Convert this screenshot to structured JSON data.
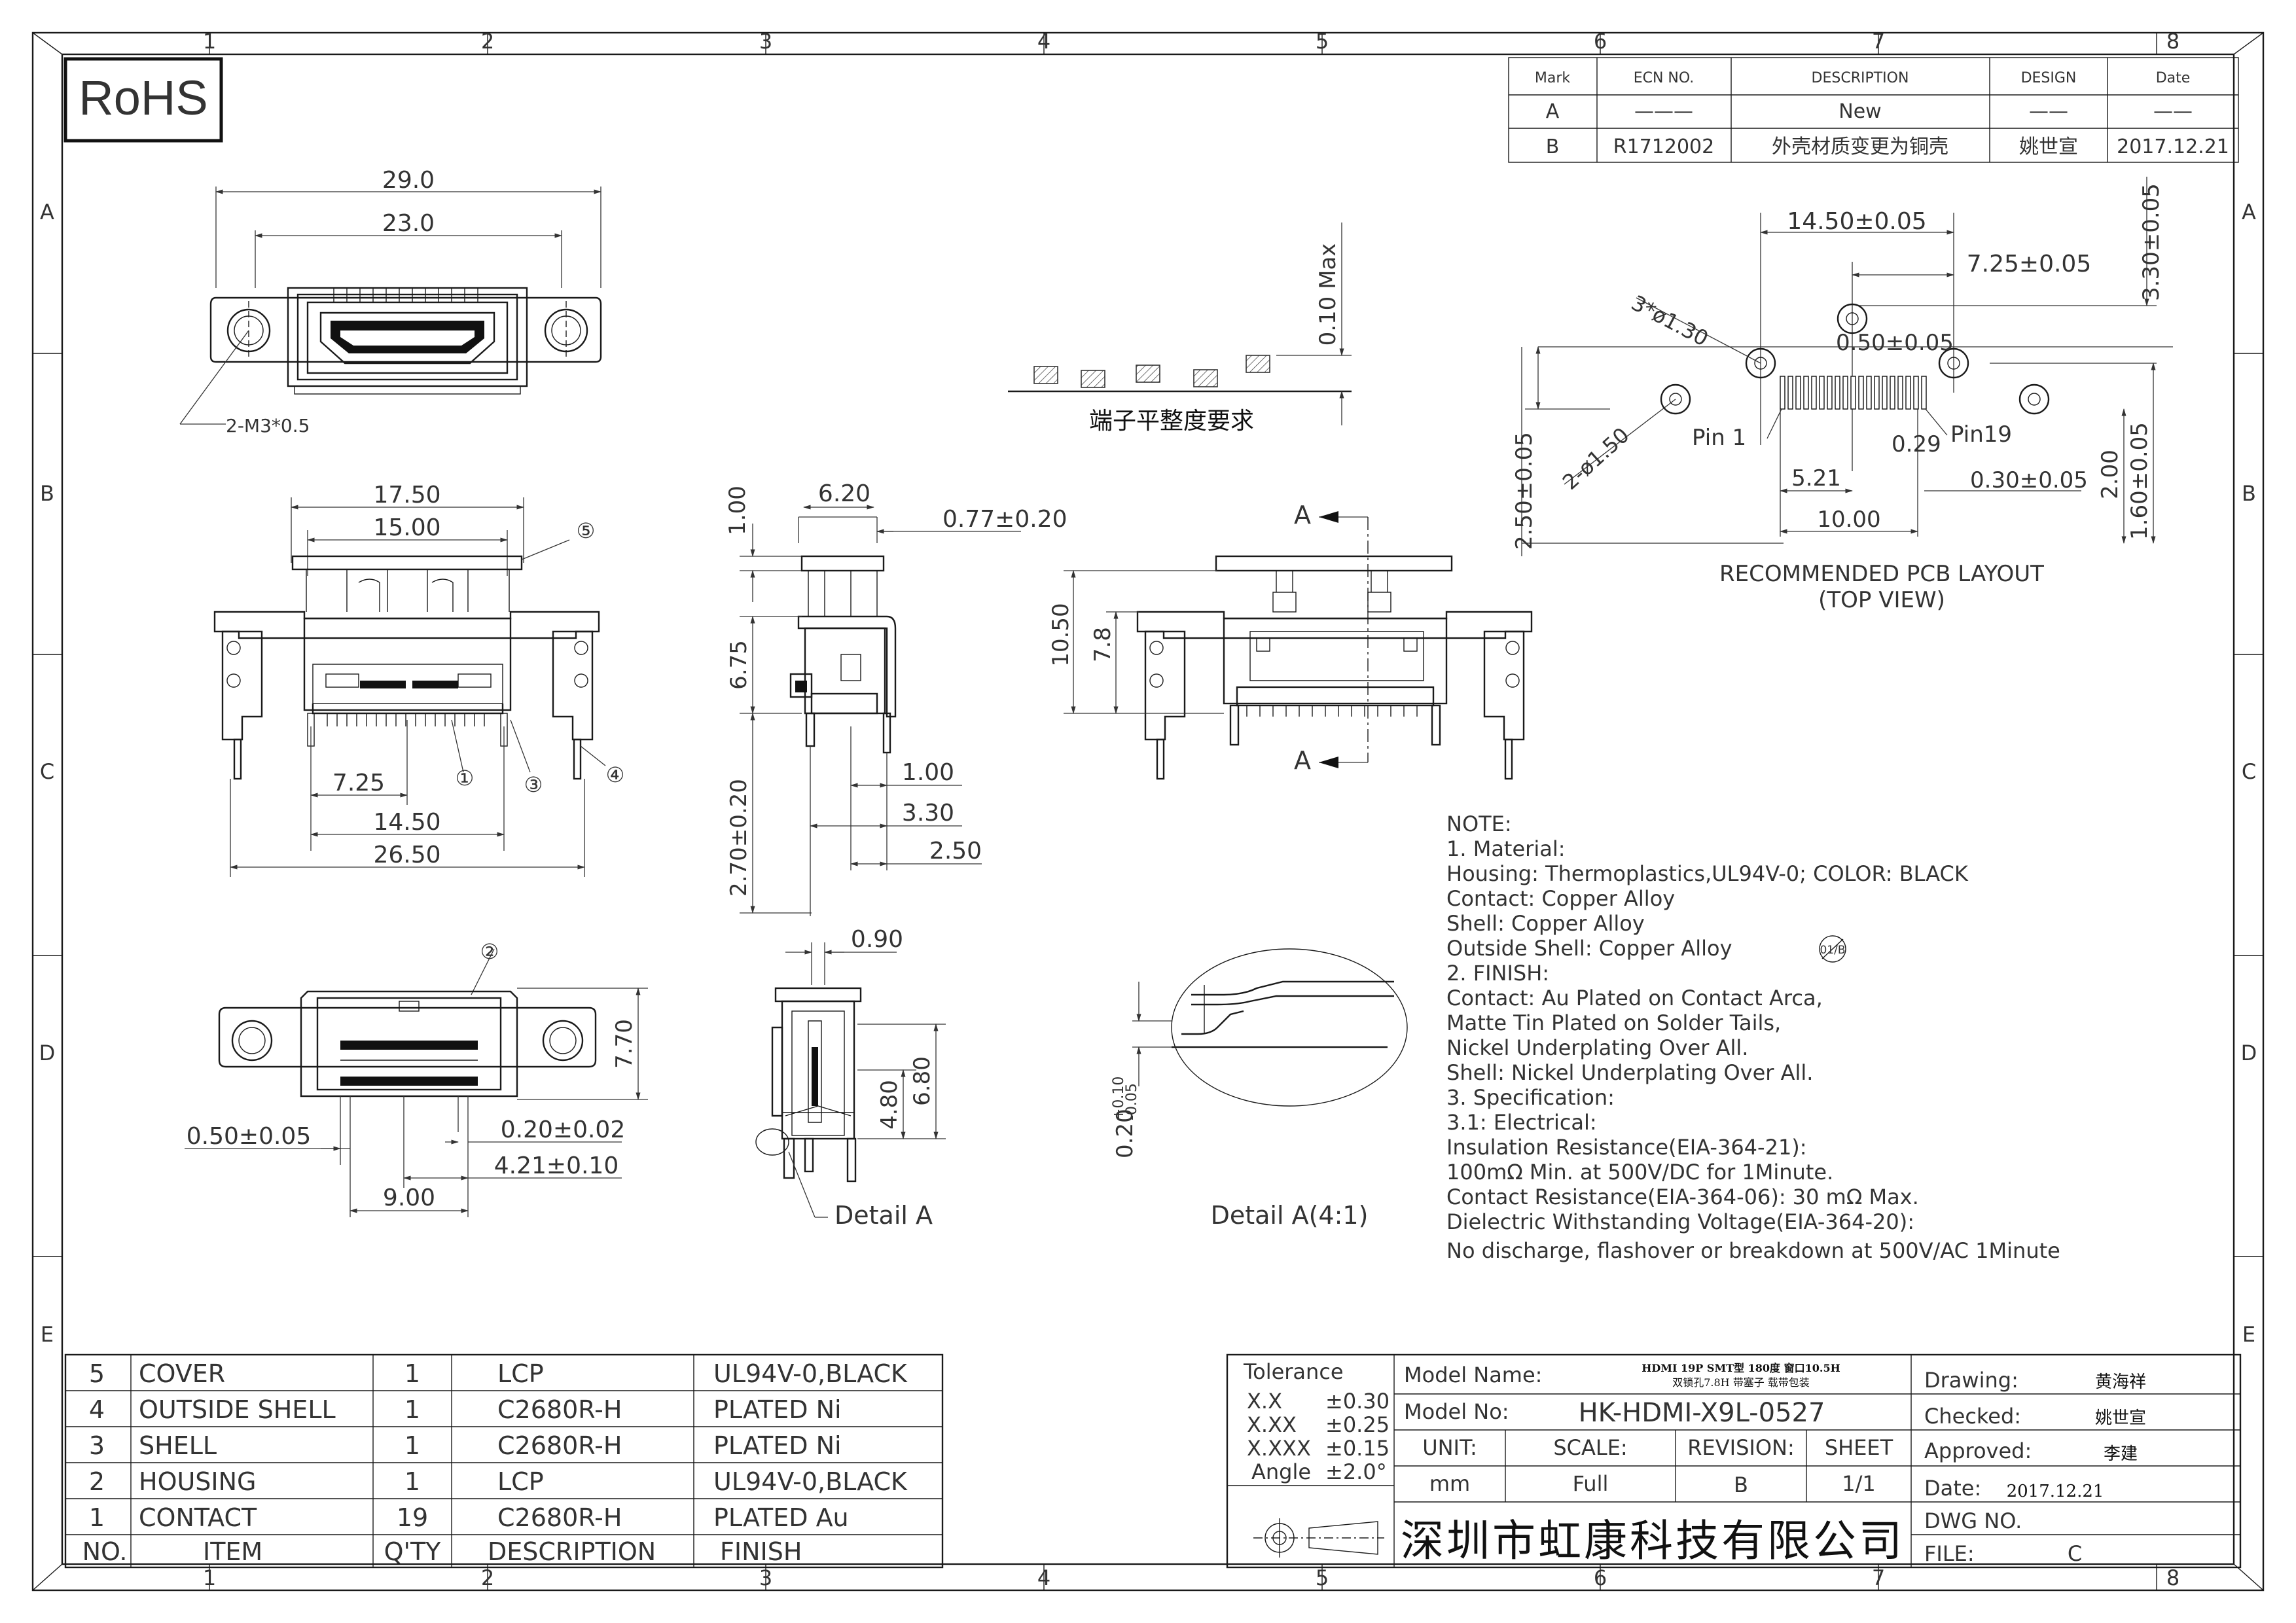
{
  "rohs": "RoHS",
  "border": {
    "col_labels": [
      "1",
      "2",
      "3",
      "4",
      "5",
      "6",
      "7",
      "8"
    ],
    "row_labels": [
      "A",
      "B",
      "C",
      "D",
      "E"
    ]
  },
  "revision_table": {
    "headers": [
      "Mark",
      "ECN NO.",
      "DESCRIPTION",
      "DESIGN",
      "Date"
    ],
    "rows": [
      {
        "mark": "A",
        "ecn": "———",
        "desc": "New",
        "design": "——",
        "date": "——"
      },
      {
        "mark": "B",
        "ecn": "R1712002",
        "desc": "外壳材质变更为铜壳",
        "design": "姚世宣",
        "date": "2017.12.21"
      }
    ]
  },
  "top_view": {
    "dim_29": "29.0",
    "dim_23": "23.0",
    "hole_label": "2-M3*0.5"
  },
  "flatness": {
    "dim": "0.10 Max",
    "label": "端子平整度要求"
  },
  "pcb_layout": {
    "d_1450": "14.50±0.05",
    "d_725": "7.25±0.05",
    "d_330": "3.30±0.05",
    "d_3x130": "3*ø1.30",
    "d_050": "0.50±0.05",
    "d_2x150": "2-ø1.50",
    "pin1": "Pin 1",
    "pin19": "Pin19",
    "d_029": "0.29",
    "d_521": "5.21",
    "d_030": "0.30±0.05",
    "d_200": "2.00",
    "d_250": "2.50±0.05",
    "d_160": "1.60±0.05",
    "d_1000": "10.00",
    "title": "RECOMMENDED PCB LAYOUT",
    "subtitle": "(TOP VIEW)"
  },
  "front_view": {
    "d_1750": "17.50",
    "d_1500": "15.00",
    "d_725": "7.25",
    "d_1450": "14.50",
    "d_2650": "26.50",
    "callouts": [
      "①",
      "③",
      "④",
      "⑤"
    ]
  },
  "side_view": {
    "d_100v": "1.00",
    "d_620": "6.20",
    "d_077": "0.77±0.20",
    "d_675": "6.75",
    "d_270": "2.70±0.20",
    "d_100": "1.00",
    "d_330": "3.30",
    "d_250": "2.50"
  },
  "section_view": {
    "label_a": "A",
    "d_1050": "10.50",
    "d_78": "7.8"
  },
  "bottom_view": {
    "callout": "②",
    "d_770": "7.70",
    "d_050": "0.50±0.05",
    "d_020": "0.20±0.02",
    "d_421": "4.21±0.10",
    "d_900": "9.00"
  },
  "side2_view": {
    "d_090": "0.90",
    "d_480": "4.80",
    "d_680": "6.80",
    "detail": "Detail A"
  },
  "detail_a": {
    "dim_main": "0.20",
    "tol_up": "+0.10",
    "tol_dn": "-0.05",
    "label": "Detail A(4:1)"
  },
  "notes": {
    "lines": [
      "NOTE:",
      "1. Material:",
      "    Housing: Thermoplastics,UL94V-0; COLOR: BLACK",
      "    Contact: Copper Alloy",
      "    Shell: Copper Alloy",
      "    Outside Shell: Copper Alloy",
      "2. FINISH:",
      "    Contact: Au Plated on Contact Arca,",
      "             Matte Tin Plated on Solder Tails,",
      "             Nickel Underplating Over All.",
      "    Shell: Nickel Underplating Over All.",
      "3. Specification:",
      "    3.1: Electrical:",
      "         Insulation Resistance(EIA-364-21):",
      "            100mΩ Min. at 500V/DC for 1Minute.",
      "         Contact Resistance(EIA-364-06): 30 mΩ Max.",
      "         Dielectric Withstanding Voltage(EIA-364-20):",
      "     No discharge, flashover or breakdown at 500V/AC 1Minute"
    ],
    "rev_mark": "01/B"
  },
  "bom": {
    "rows": [
      {
        "no": "5",
        "item": "COVER",
        "qty": "1",
        "desc": "LCP",
        "finish": "UL94V-0,BLACK"
      },
      {
        "no": "4",
        "item": "OUTSIDE SHELL",
        "qty": "1",
        "desc": "C2680R-H",
        "finish": "PLATED Ni"
      },
      {
        "no": "3",
        "item": "SHELL",
        "qty": "1",
        "desc": "C2680R-H",
        "finish": "PLATED Ni"
      },
      {
        "no": "2",
        "item": "HOUSING",
        "qty": "1",
        "desc": "LCP",
        "finish": "UL94V-0,BLACK"
      },
      {
        "no": "1",
        "item": "CONTACT",
        "qty": "19",
        "desc": "C2680R-H",
        "finish": "PLATED Au"
      }
    ],
    "header": {
      "no": "NO.",
      "item": "ITEM",
      "qty": "Q'TY",
      "desc": "DESCRIPTION",
      "finish": "FINISH"
    }
  },
  "title_block": {
    "tolerance": "Tolerance",
    "tol_rows": [
      [
        "X.X",
        "±0.30"
      ],
      [
        "X.XX",
        "±0.25"
      ],
      [
        "X.XXX",
        "±0.15"
      ],
      [
        "Angle",
        "±2.0°"
      ]
    ],
    "model_name_label": "Model  Name:",
    "model_name_1": "HDMI 19P SMT型 180度 窗口10.5H",
    "model_name_2": "双锁孔7.8H 带塞子 载带包装",
    "model_no_label": "Model  No:",
    "model_no": "HK-HDMI-X9L-0527",
    "unit_label": "UNIT:",
    "unit": "mm",
    "scale_label": "SCALE:",
    "scale": "Full",
    "revision_label": "REVISION:",
    "revision": "B",
    "sheet_label": "SHEET",
    "sheet": "1/1",
    "company": "深圳市虹康科技有限公司",
    "drawing_label": "Drawing:",
    "drawing": "黄海祥",
    "checked_label": "Checked:",
    "checked": "姚世宣",
    "approved_label": "Approved:",
    "approved": "李建",
    "date_label": "Date:",
    "date": "2017.12.21",
    "dwg_label": "DWG  NO.",
    "file_label": "FILE:",
    "file": "C"
  }
}
